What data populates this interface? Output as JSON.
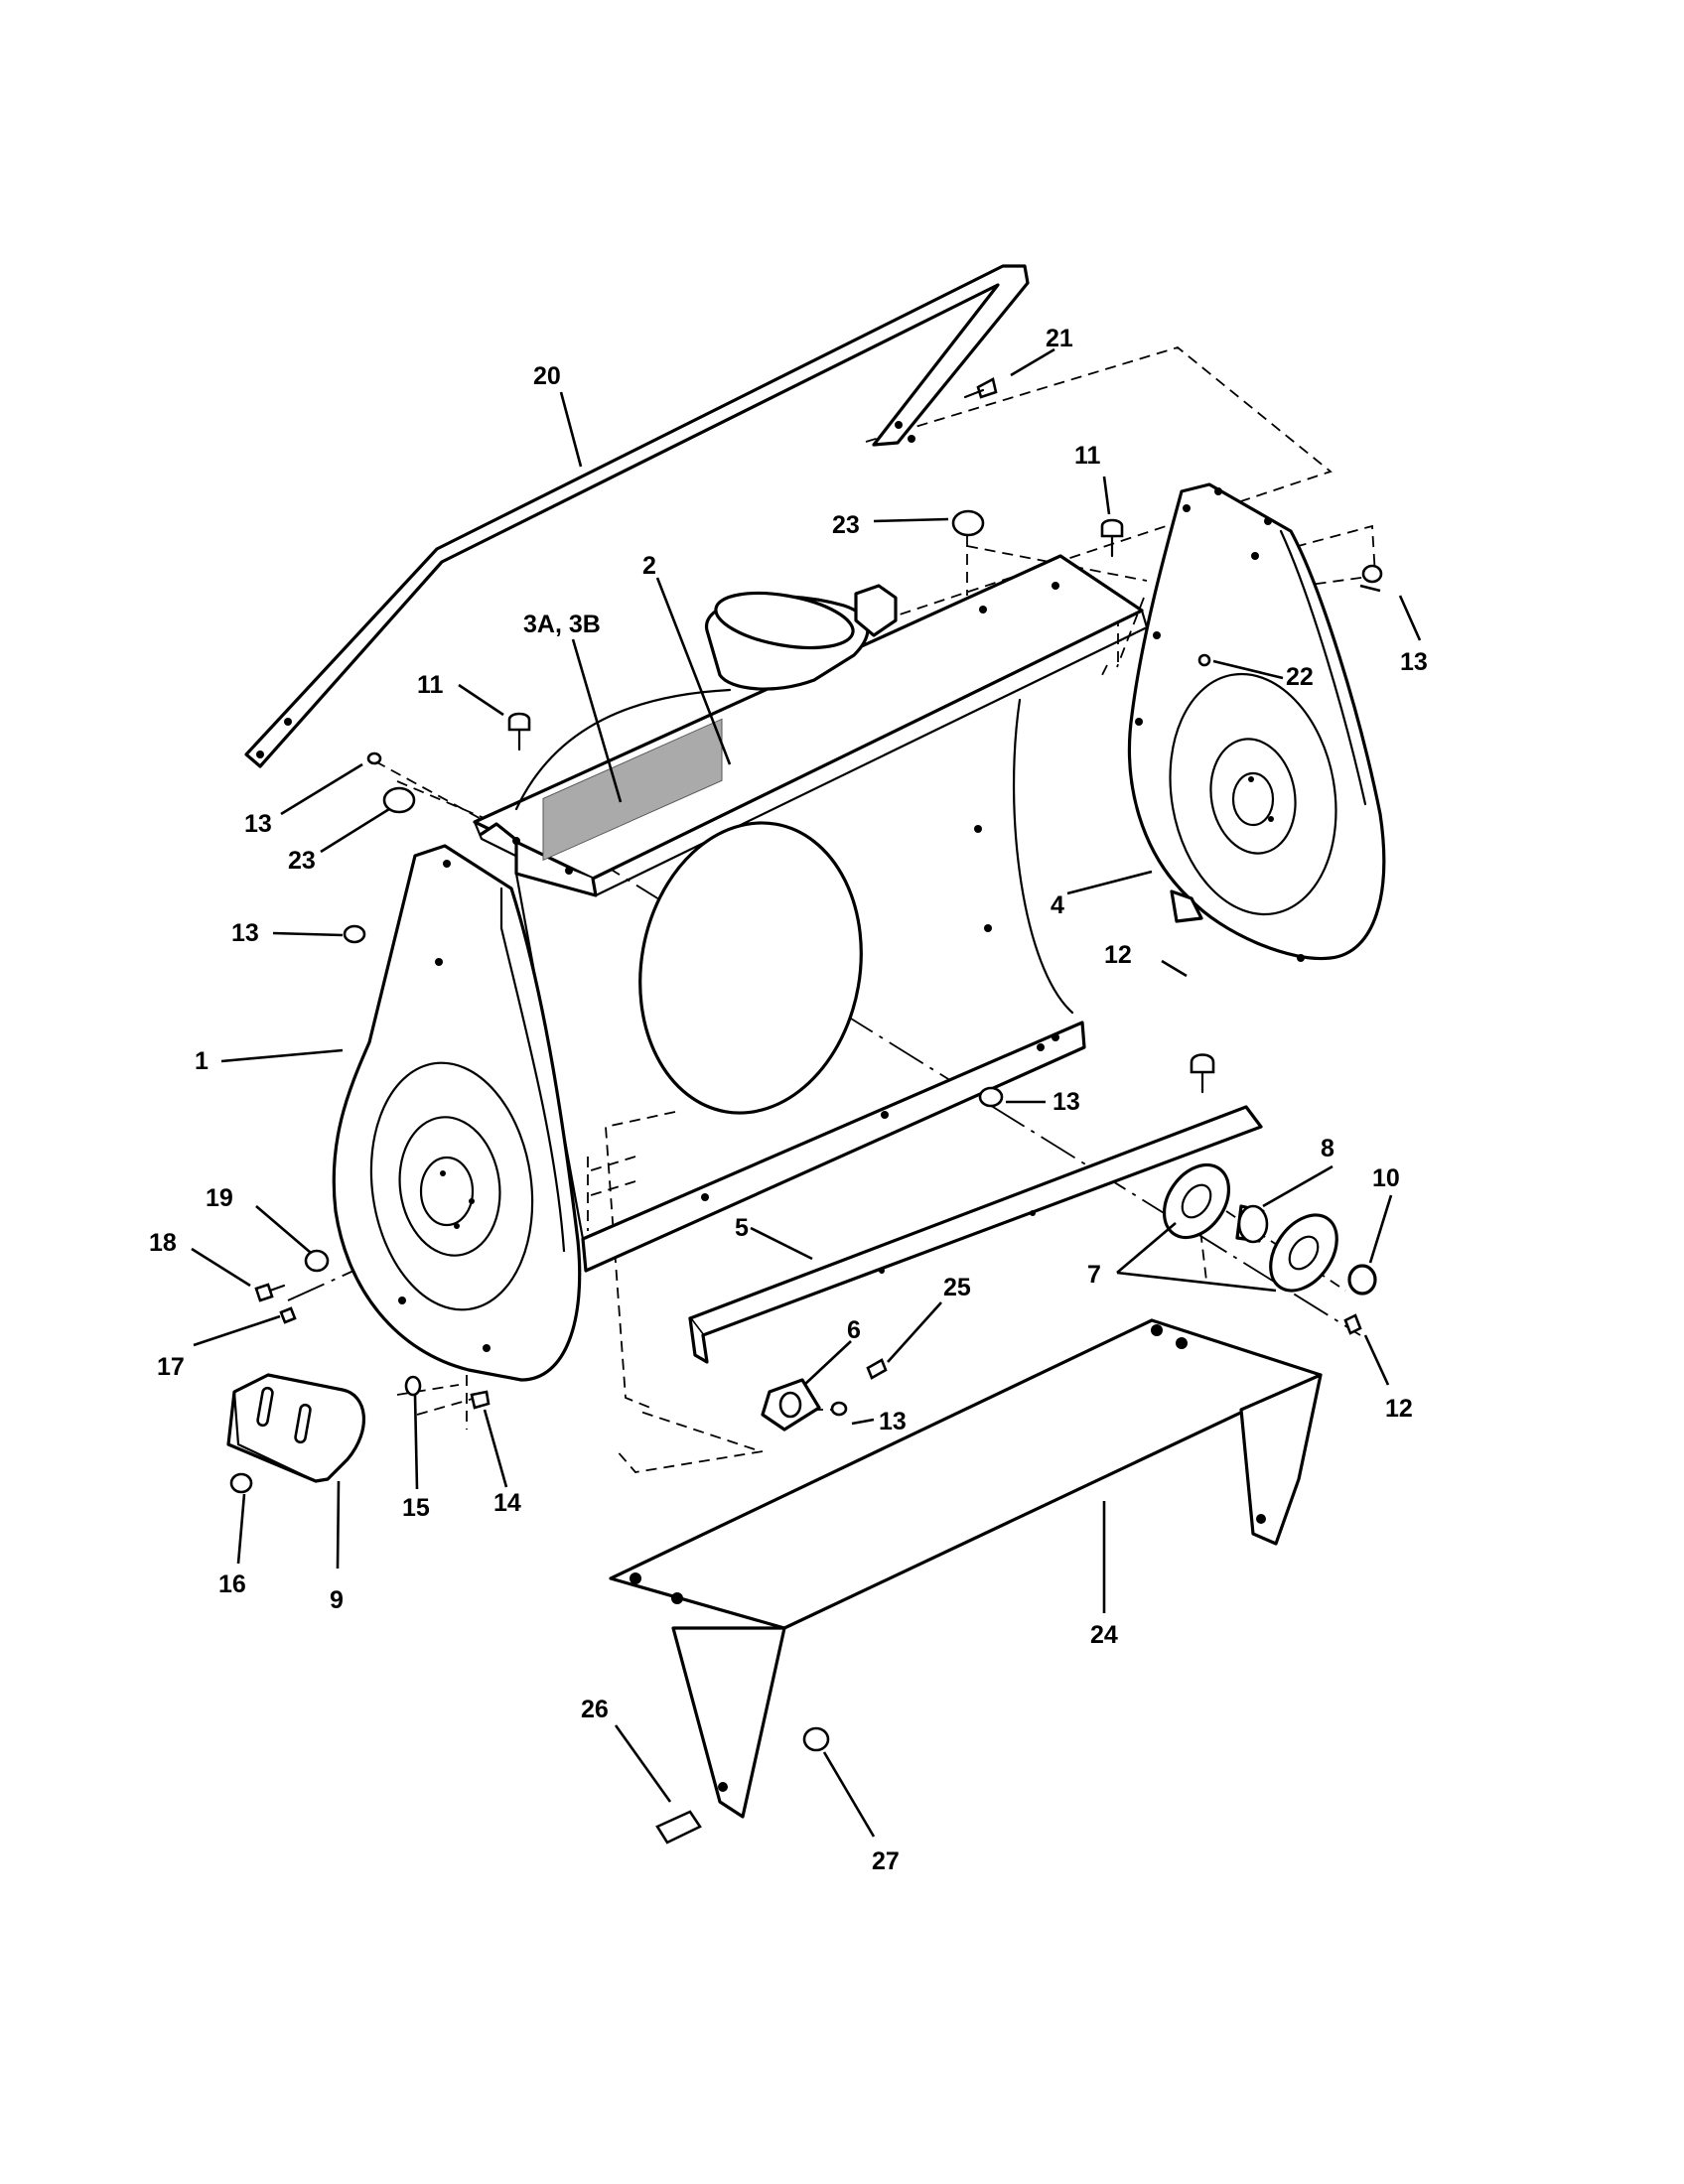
{
  "diagram": {
    "type": "exploded parts diagram",
    "callouts": [
      {
        "id": "c1",
        "text": "1"
      },
      {
        "id": "c2",
        "text": "2"
      },
      {
        "id": "c3",
        "text": "3A, 3B"
      },
      {
        "id": "c4",
        "text": "4"
      },
      {
        "id": "c5",
        "text": "5"
      },
      {
        "id": "c6",
        "text": "6"
      },
      {
        "id": "c7",
        "text": "7"
      },
      {
        "id": "c8",
        "text": "8"
      },
      {
        "id": "c9",
        "text": "9"
      },
      {
        "id": "c10",
        "text": "10"
      },
      {
        "id": "c11a",
        "text": "11"
      },
      {
        "id": "c11b",
        "text": "11"
      },
      {
        "id": "c12a",
        "text": "12"
      },
      {
        "id": "c12b",
        "text": "12"
      },
      {
        "id": "c13a",
        "text": "13"
      },
      {
        "id": "c13b",
        "text": "13"
      },
      {
        "id": "c13c",
        "text": "13"
      },
      {
        "id": "c13d",
        "text": "13"
      },
      {
        "id": "c13e",
        "text": "13"
      },
      {
        "id": "c14",
        "text": "14"
      },
      {
        "id": "c15",
        "text": "15"
      },
      {
        "id": "c16",
        "text": "16"
      },
      {
        "id": "c17",
        "text": "17"
      },
      {
        "id": "c18",
        "text": "18"
      },
      {
        "id": "c19",
        "text": "19"
      },
      {
        "id": "c20",
        "text": "20"
      },
      {
        "id": "c21",
        "text": "21"
      },
      {
        "id": "c22",
        "text": "22"
      },
      {
        "id": "c23a",
        "text": "23"
      },
      {
        "id": "c23b",
        "text": "23"
      },
      {
        "id": "c24",
        "text": "24"
      },
      {
        "id": "c25",
        "text": "25"
      },
      {
        "id": "c26",
        "text": "26"
      },
      {
        "id": "c27",
        "text": "27"
      }
    ]
  }
}
